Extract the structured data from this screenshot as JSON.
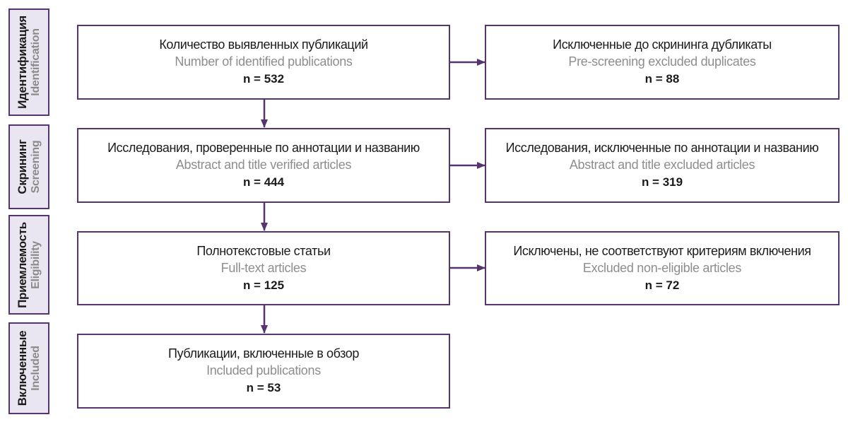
{
  "colors": {
    "accent": "#56356f",
    "stage_fill": "#e9e5f1",
    "text_dark": "#1b1b1b",
    "text_gray": "#8d8d8d"
  },
  "stages": {
    "identification": {
      "ru": "Идентификация",
      "en": "Identification"
    },
    "screening": {
      "ru": "Скрининг",
      "en": "Screening"
    },
    "eligibility": {
      "ru": "Приемлемость",
      "en": "Eligibility"
    },
    "included": {
      "ru": "Включенные",
      "en": "Included"
    }
  },
  "boxes": {
    "identified": {
      "ru": "Количество выявленных публикаций",
      "en": "Number of identified publications",
      "n": "n = 532"
    },
    "duplicates": {
      "ru": "Исключенные до скрининга дубликаты",
      "en": "Pre-screening excluded duplicates",
      "n": "n = 88"
    },
    "screened": {
      "ru": "Исследования, проверенные по аннотации и названию",
      "en": "Abstract and title verified articles",
      "n": "n = 444"
    },
    "screen_excluded": {
      "ru": "Исследования, исключенные по аннотации и названию",
      "en": "Abstract and title excluded articles",
      "n": "n = 319"
    },
    "fulltext": {
      "ru": "Полнотекстовые статьи",
      "en": "Full-text articles",
      "n": "n = 125"
    },
    "noneligible": {
      "ru": "Исключены, не соответствуют критериям включения",
      "en": "Excluded non-eligible articles",
      "n": "n = 72"
    },
    "included": {
      "ru": "Публикации, включенные в обзор",
      "en": "Included publications",
      "n": "n = 53"
    }
  }
}
